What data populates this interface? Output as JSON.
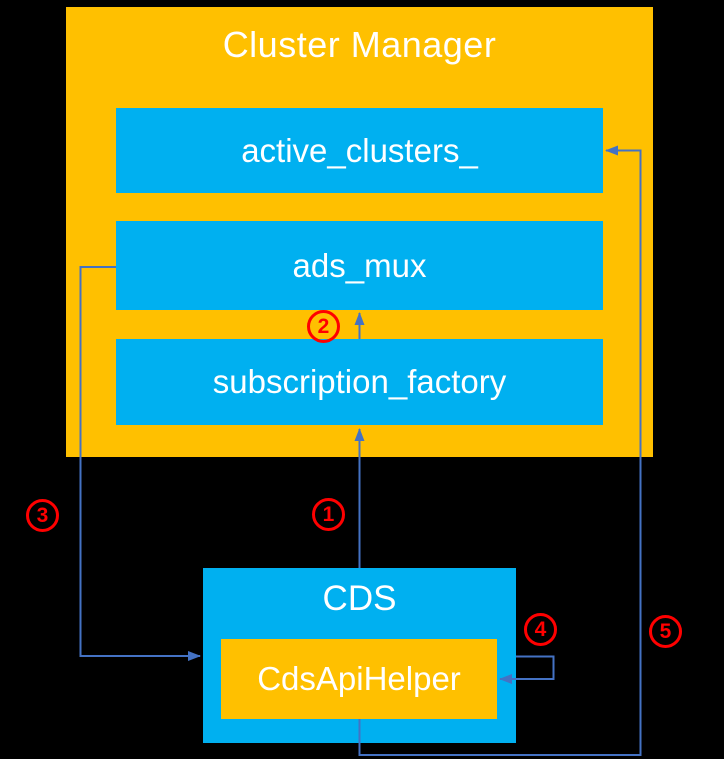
{
  "colors": {
    "background": "#000000",
    "container_fill": "#FFC000",
    "component_fill": "#00B0F0",
    "arrow": "#4472C4",
    "badge": "#FF0000",
    "label_text": "#FFFFFF"
  },
  "cluster_manager": {
    "title": "Cluster Manager",
    "components": [
      {
        "label": "active_clusters_"
      },
      {
        "label": "ads_mux"
      },
      {
        "label": "subscription_factory"
      }
    ]
  },
  "cds": {
    "title": "CDS",
    "helper_label": "CdsApiHelper"
  },
  "steps": [
    {
      "number": "1"
    },
    {
      "number": "2"
    },
    {
      "number": "3"
    },
    {
      "number": "4"
    },
    {
      "number": "5"
    }
  ]
}
